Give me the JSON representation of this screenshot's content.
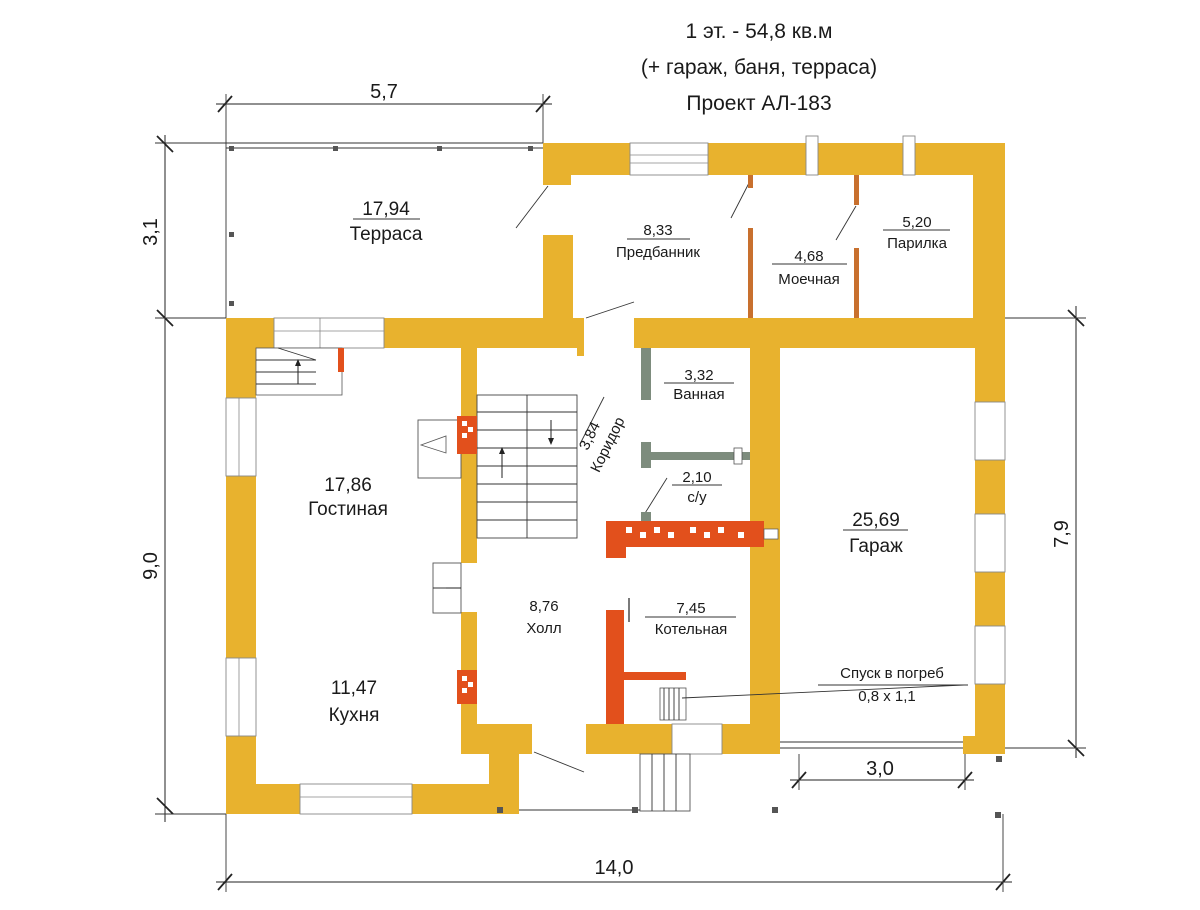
{
  "title": {
    "line1": "1 эт. - 54,8 кв.м",
    "line2": "(+ гараж, баня, терраса)",
    "line3": "Проект АЛ-183"
  },
  "rooms": {
    "terrace": {
      "area": "17,94",
      "name": "Терраса"
    },
    "predbannik": {
      "area": "8,33",
      "name": "Предбанник"
    },
    "moechnaya": {
      "area": "4,68",
      "name": "Моечная"
    },
    "parilka": {
      "area": "5,20",
      "name": "Парилка"
    },
    "vannaya": {
      "area": "3,32",
      "name": "Ванная"
    },
    "koridor": {
      "area": "3,84",
      "name": "Коридор"
    },
    "su": {
      "area": "2,10",
      "name": "с/у"
    },
    "gostinaya": {
      "area": "17,86",
      "name": "Гостиная"
    },
    "garage": {
      "area": "25,69",
      "name": "Гараж"
    },
    "holl": {
      "area": "8,76",
      "name": "Холл"
    },
    "kotelnaya": {
      "area": "7,45",
      "name": "Котельная"
    },
    "kuhnya": {
      "area": "11,47",
      "name": "Кухня"
    }
  },
  "cellar": {
    "line1": "Спуск в погреб",
    "line2": "0,8 х 1,1"
  },
  "dimensions": {
    "terrace_width": "5,7",
    "terrace_depth": "3,1",
    "house_depth": "9,0",
    "garage_depth": "7,9",
    "garage_gate": "3,0",
    "total_width": "14,0"
  },
  "colors": {
    "wall": "#e8b22e",
    "brick": "#e2501c",
    "partition": "#c8702e",
    "plumbing": "#7d8c7d"
  }
}
